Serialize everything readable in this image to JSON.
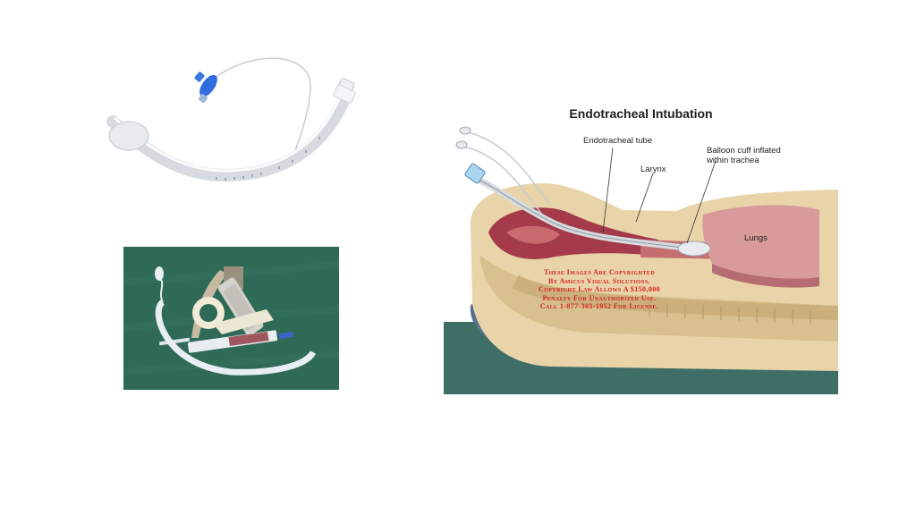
{
  "diagram": {
    "title": "Endotracheal Intubation",
    "labels": {
      "tube": "Endotracheal tube",
      "larynx": "Larynx",
      "balloon": "Balloon cuff inflated\nwithin trachea",
      "lungs": "Lungs"
    },
    "copyright_lines": [
      "These Images Are Copyrighted",
      "By Amicus Visual Solutions.",
      "Copyright Law Allows A $150,000",
      "Penalty For Unauthorized Use.",
      "Call 1-877-303-1952 For License."
    ]
  }
}
